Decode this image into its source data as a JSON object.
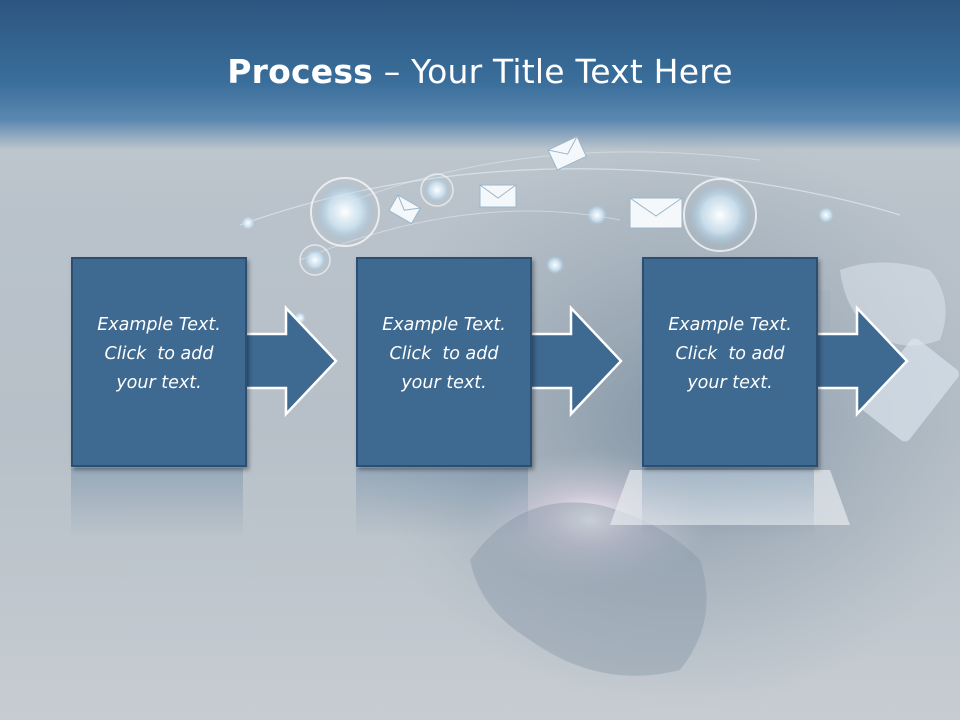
{
  "slide": {
    "title_bold": "Process",
    "title_rest": " – Your Title Text Here"
  },
  "steps": [
    {
      "line1": "Example Text.",
      "line2": "Click  to add",
      "line3": "your text."
    },
    {
      "line1": "Example Text.",
      "line2": "Click  to add",
      "line3": "your text."
    },
    {
      "line1": "Example Text.",
      "line2": "Click  to add",
      "line3": "your text."
    }
  ],
  "colors": {
    "header": "#3a6e9b",
    "box_fill": "#3e6990",
    "box_border": "#2a4f72",
    "text": "#ffffff"
  }
}
